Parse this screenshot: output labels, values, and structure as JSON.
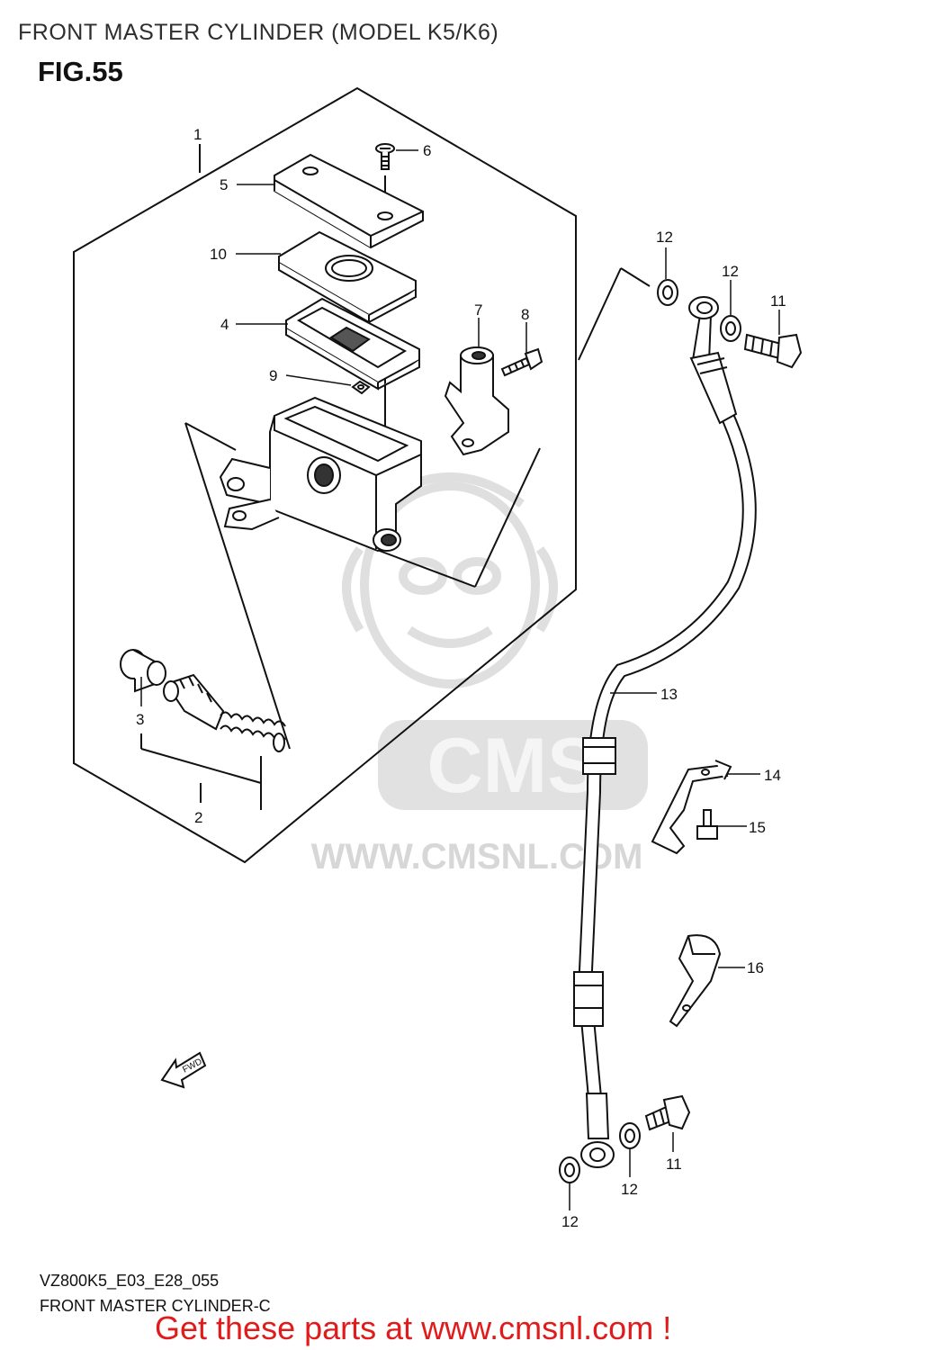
{
  "header": {
    "title": "FRONT MASTER CYLINDER (MODEL K5/K6)",
    "figure": "FIG.55"
  },
  "watermark": {
    "logo_text": "CMS",
    "url_text": "WWW.CMSNL.COM",
    "color": "#d9d9d9"
  },
  "fwd_arrow_label": "FWD",
  "callouts": {
    "c1": "1",
    "c2": "2",
    "c3": "3",
    "c4": "4",
    "c5": "5",
    "c6": "6",
    "c7": "7",
    "c8": "8",
    "c9": "9",
    "c10": "10",
    "c11a": "11",
    "c11b": "11",
    "c12a": "12",
    "c12b": "12",
    "c12c": "12",
    "c12d": "12",
    "c13": "13",
    "c14": "14",
    "c15": "15",
    "c16": "16"
  },
  "footer": {
    "code": "VZ800K5_E03_E28_055",
    "name": "FRONT MASTER CYLINDER-C"
  },
  "promo": {
    "text": "Get these parts at www.cmsnl.com !",
    "color": "#e01b1b"
  }
}
